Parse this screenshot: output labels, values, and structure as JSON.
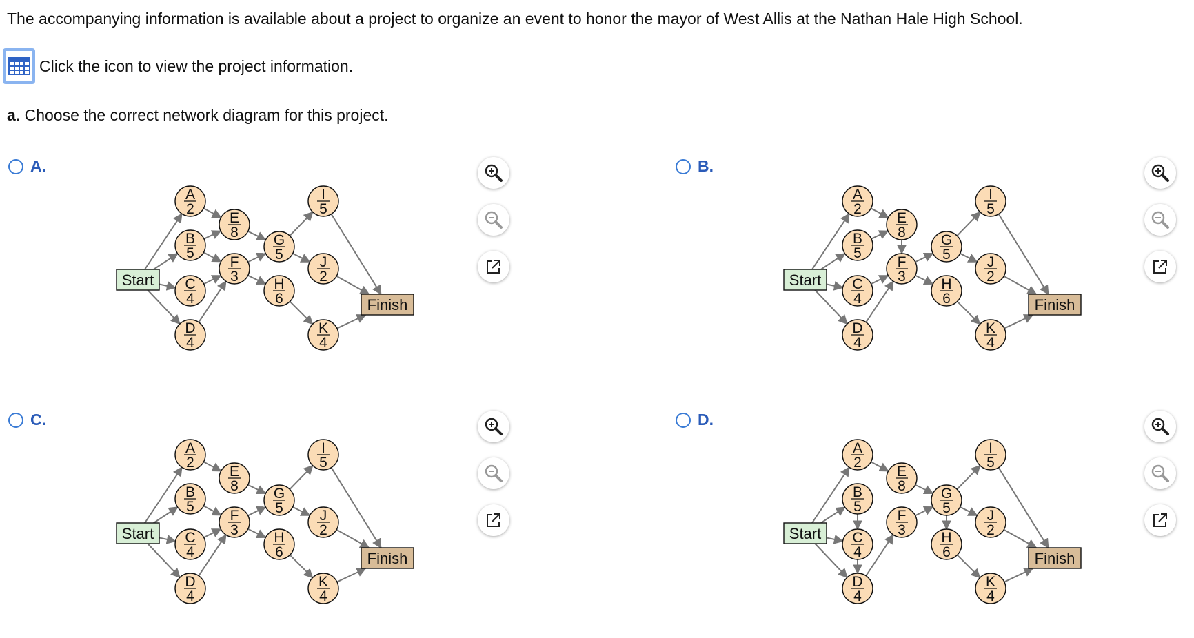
{
  "intro": "The accompanying information is available about a project to organize an event to honor the mayor of West Allis at the Nathan Hale High School.",
  "info_link": "Click the icon to view the project information.",
  "question": {
    "label": "a.",
    "text": "Choose the correct network diagram for this project."
  },
  "start_label": "Start",
  "finish_label": "Finish",
  "nodes": {
    "A": {
      "name": "A",
      "duration": "2"
    },
    "B": {
      "name": "B",
      "duration": "5"
    },
    "C": {
      "name": "C",
      "duration": "4"
    },
    "D": {
      "name": "D",
      "duration": "4"
    },
    "E": {
      "name": "E",
      "duration": "8"
    },
    "F": {
      "name": "F",
      "duration": "3"
    },
    "G": {
      "name": "G",
      "duration": "5"
    },
    "H": {
      "name": "H",
      "duration": "6"
    },
    "I": {
      "name": "I",
      "duration": "5"
    },
    "J": {
      "name": "J",
      "duration": "2"
    },
    "K": {
      "name": "K",
      "duration": "4"
    }
  },
  "options": [
    {
      "letter": "A.",
      "edges": [
        [
          "Start",
          "A"
        ],
        [
          "Start",
          "B"
        ],
        [
          "Start",
          "C"
        ],
        [
          "Start",
          "D"
        ],
        [
          "A",
          "E"
        ],
        [
          "B",
          "E"
        ],
        [
          "B",
          "F"
        ],
        [
          "C",
          "F"
        ],
        [
          "D",
          "F"
        ],
        [
          "E",
          "G"
        ],
        [
          "F",
          "G"
        ],
        [
          "F",
          "H"
        ],
        [
          "G",
          "I"
        ],
        [
          "G",
          "J"
        ],
        [
          "H",
          "K"
        ],
        [
          "I",
          "Finish"
        ],
        [
          "J",
          "Finish"
        ],
        [
          "K",
          "Finish"
        ]
      ]
    },
    {
      "letter": "B.",
      "edges": [
        [
          "Start",
          "A"
        ],
        [
          "Start",
          "B"
        ],
        [
          "Start",
          "C"
        ],
        [
          "Start",
          "D"
        ],
        [
          "A",
          "E"
        ],
        [
          "B",
          "E"
        ],
        [
          "E",
          "F"
        ],
        [
          "C",
          "F"
        ],
        [
          "D",
          "F"
        ],
        [
          "F",
          "G"
        ],
        [
          "F",
          "H"
        ],
        [
          "G",
          "I"
        ],
        [
          "G",
          "J"
        ],
        [
          "H",
          "K"
        ],
        [
          "I",
          "Finish"
        ],
        [
          "J",
          "Finish"
        ],
        [
          "K",
          "Finish"
        ]
      ]
    },
    {
      "letter": "C.",
      "edges": [
        [
          "Start",
          "A"
        ],
        [
          "Start",
          "B"
        ],
        [
          "Start",
          "C"
        ],
        [
          "Start",
          "D"
        ],
        [
          "A",
          "E"
        ],
        [
          "B",
          "F"
        ],
        [
          "C",
          "F"
        ],
        [
          "D",
          "F"
        ],
        [
          "E",
          "G"
        ],
        [
          "F",
          "G"
        ],
        [
          "F",
          "H"
        ],
        [
          "G",
          "I"
        ],
        [
          "G",
          "J"
        ],
        [
          "H",
          "K"
        ],
        [
          "I",
          "Finish"
        ],
        [
          "J",
          "Finish"
        ],
        [
          "K",
          "Finish"
        ]
      ]
    },
    {
      "letter": "D.",
      "edges": [
        [
          "Start",
          "A"
        ],
        [
          "Start",
          "B"
        ],
        [
          "Start",
          "C"
        ],
        [
          "Start",
          "D"
        ],
        [
          "A",
          "E"
        ],
        [
          "B",
          "C"
        ],
        [
          "C",
          "D"
        ],
        [
          "D",
          "F"
        ],
        [
          "E",
          "G"
        ],
        [
          "F",
          "G"
        ],
        [
          "G",
          "H"
        ],
        [
          "G",
          "I"
        ],
        [
          "G",
          "J"
        ],
        [
          "H",
          "K"
        ],
        [
          "I",
          "Finish"
        ],
        [
          "J",
          "Finish"
        ],
        [
          "K",
          "Finish"
        ]
      ]
    }
  ],
  "icons": {
    "info": "table-grid-icon",
    "zoom_in": "zoom-in-icon",
    "zoom_out": "zoom-out-icon",
    "popout": "popout-icon"
  },
  "colors": {
    "node_fill": "#fbdcb6",
    "start_fill": "#d8efd6",
    "finish_fill": "#d8bc98",
    "radio": "#3a7bd5",
    "option_letter": "#2a5bb8"
  }
}
